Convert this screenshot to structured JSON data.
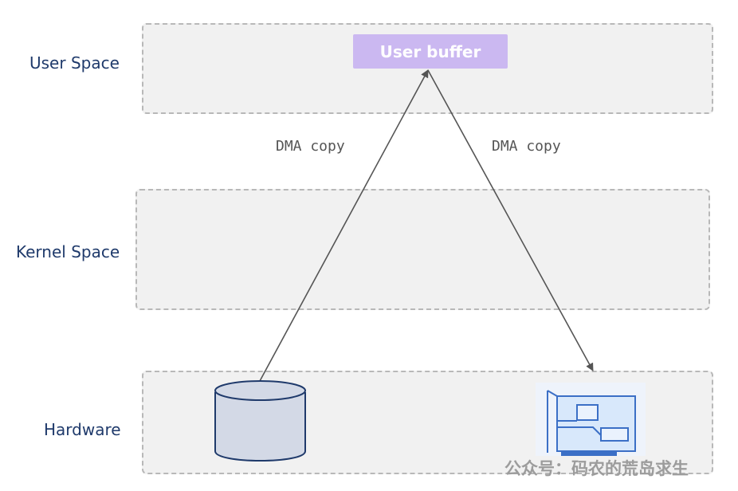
{
  "layers": {
    "user_space": "User Space",
    "kernel_space": "Kernel Space",
    "hardware": "Hardware"
  },
  "nodes": {
    "user_buffer": "User buffer"
  },
  "edges": {
    "disk_to_user": "DMA copy",
    "user_to_nic": "DMA copy"
  },
  "icons": {
    "disk": "disk-cylinder-icon",
    "network_card": "network-card-icon"
  },
  "watermark": "公众号：码农的荒岛求生",
  "colors": {
    "band_fill": "#f1f1f1",
    "band_border": "#b8b8b8",
    "user_buffer_fill": "#cbb8f1",
    "label_text": "#1f3a6b",
    "arrow": "#555555",
    "disk_fill": "#d3d9e6",
    "disk_stroke": "#1f3a6b",
    "nic_fill": "#d8e8fb",
    "nic_stroke": "#3b6fc6"
  }
}
